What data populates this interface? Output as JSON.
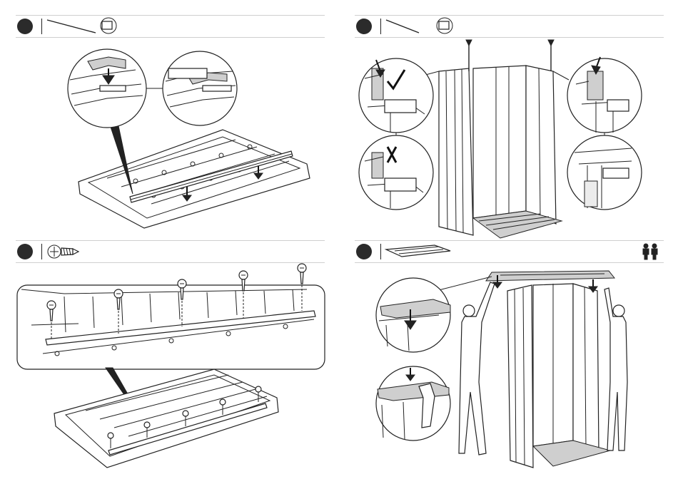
{
  "page": {
    "steps": [
      {
        "id": "step-1",
        "parts_icon": "rail-and-clip-icon"
      },
      {
        "id": "step-2",
        "parts_icon": "rail-and-clip-icon"
      },
      {
        "id": "step-3",
        "parts_icon": "screw-icon"
      },
      {
        "id": "step-4",
        "parts_icon": "roof-panel-icon",
        "extra_icon": "two-person-icon"
      }
    ],
    "marks": {
      "correct": "check-mark-icon",
      "incorrect": "cross-mark-icon"
    },
    "colors": {
      "ink": "#222222",
      "step_dot": "#2b2b2b",
      "shade": "#cfcfcf"
    }
  }
}
